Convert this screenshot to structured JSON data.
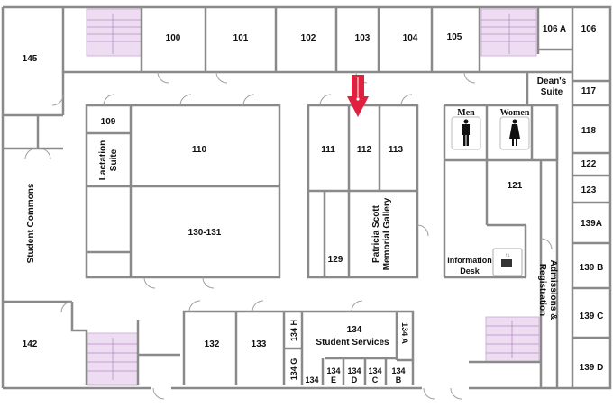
{
  "rooms": {
    "r145": "145",
    "r100": "100",
    "r101": "101",
    "r102": "102",
    "r103": "103",
    "r104": "104",
    "r105": "105",
    "r106a": "106 A",
    "r106": "106",
    "deans1": "Dean's",
    "deans2": "Suite",
    "r117": "117",
    "r118": "118",
    "r109": "109",
    "lact1": "Lactation",
    "lact2": "Suite",
    "r110": "110",
    "r111": "111",
    "r112": "112",
    "r113": "113",
    "r122": "122",
    "r123": "123",
    "r121": "121",
    "commons": "Student Commons",
    "r130": "130-131",
    "r129": "129",
    "gallery1": "Patricia Scott",
    "gallery2": "Memorial Gallery",
    "info1": "Information",
    "info2": "Desk",
    "r139a": "139A",
    "r139b": "139 B",
    "r139c": "139 C",
    "r139d": "139 D",
    "adm": "Admissions &",
    "reg": "Registration",
    "r142": "142",
    "r132": "132",
    "r133": "133",
    "r134": "134",
    "services": "Student Services",
    "r134h": "134 H",
    "r134g": "134 G",
    "r134a": "134 A",
    "r134small": "134",
    "r134e1": "134",
    "r134e2": "E",
    "r134d1": "134",
    "r134d2": "D",
    "r134c1": "134",
    "r134c2": "C",
    "r134b1": "134",
    "r134b2": "B",
    "men": "Men",
    "women": "Women"
  },
  "marker": {
    "color": "#e0203f",
    "icon": "you-are-here-arrow"
  },
  "colors": {
    "wall": "#8a8a8a",
    "stairs": "#eedcf2"
  }
}
